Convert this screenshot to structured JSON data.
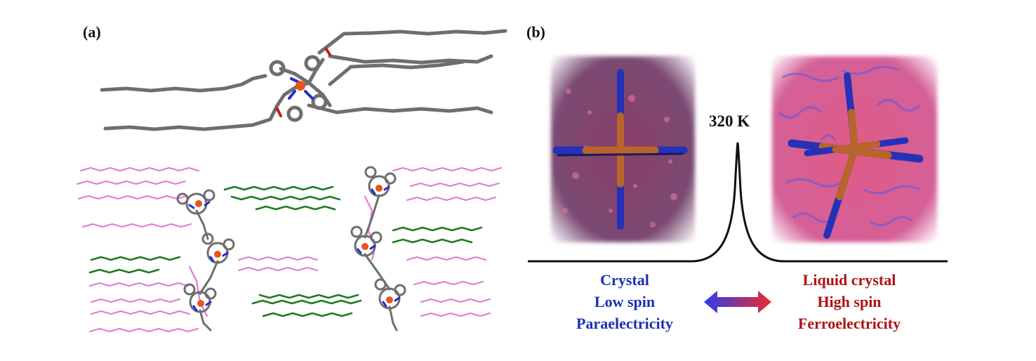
{
  "panel_a": {
    "label": "(a)"
  },
  "panel_b": {
    "label": "(b)",
    "transition_temperature": "320 K",
    "left_state": {
      "phase": "Crystal",
      "spin": "Low spin",
      "electric": "Paraelectricity",
      "color": "#1c2fb8"
    },
    "right_state": {
      "phase": "Liquid crystal",
      "spin": "High spin",
      "electric": "Ferroelectricity",
      "color": "#b01212"
    },
    "arrow_colors": [
      "#2a3cf0",
      "#f02a2a"
    ]
  },
  "colors": {
    "chain_gray": "#6e6e6e",
    "chain_pink": "#e07ad6",
    "chain_green": "#1f7a22",
    "iron": "#e8541a",
    "nitrogen": "#1f2fd0",
    "oxygen": "#c81818",
    "rod_blue": "#2432b8",
    "rod_brown": "#b8642a"
  }
}
